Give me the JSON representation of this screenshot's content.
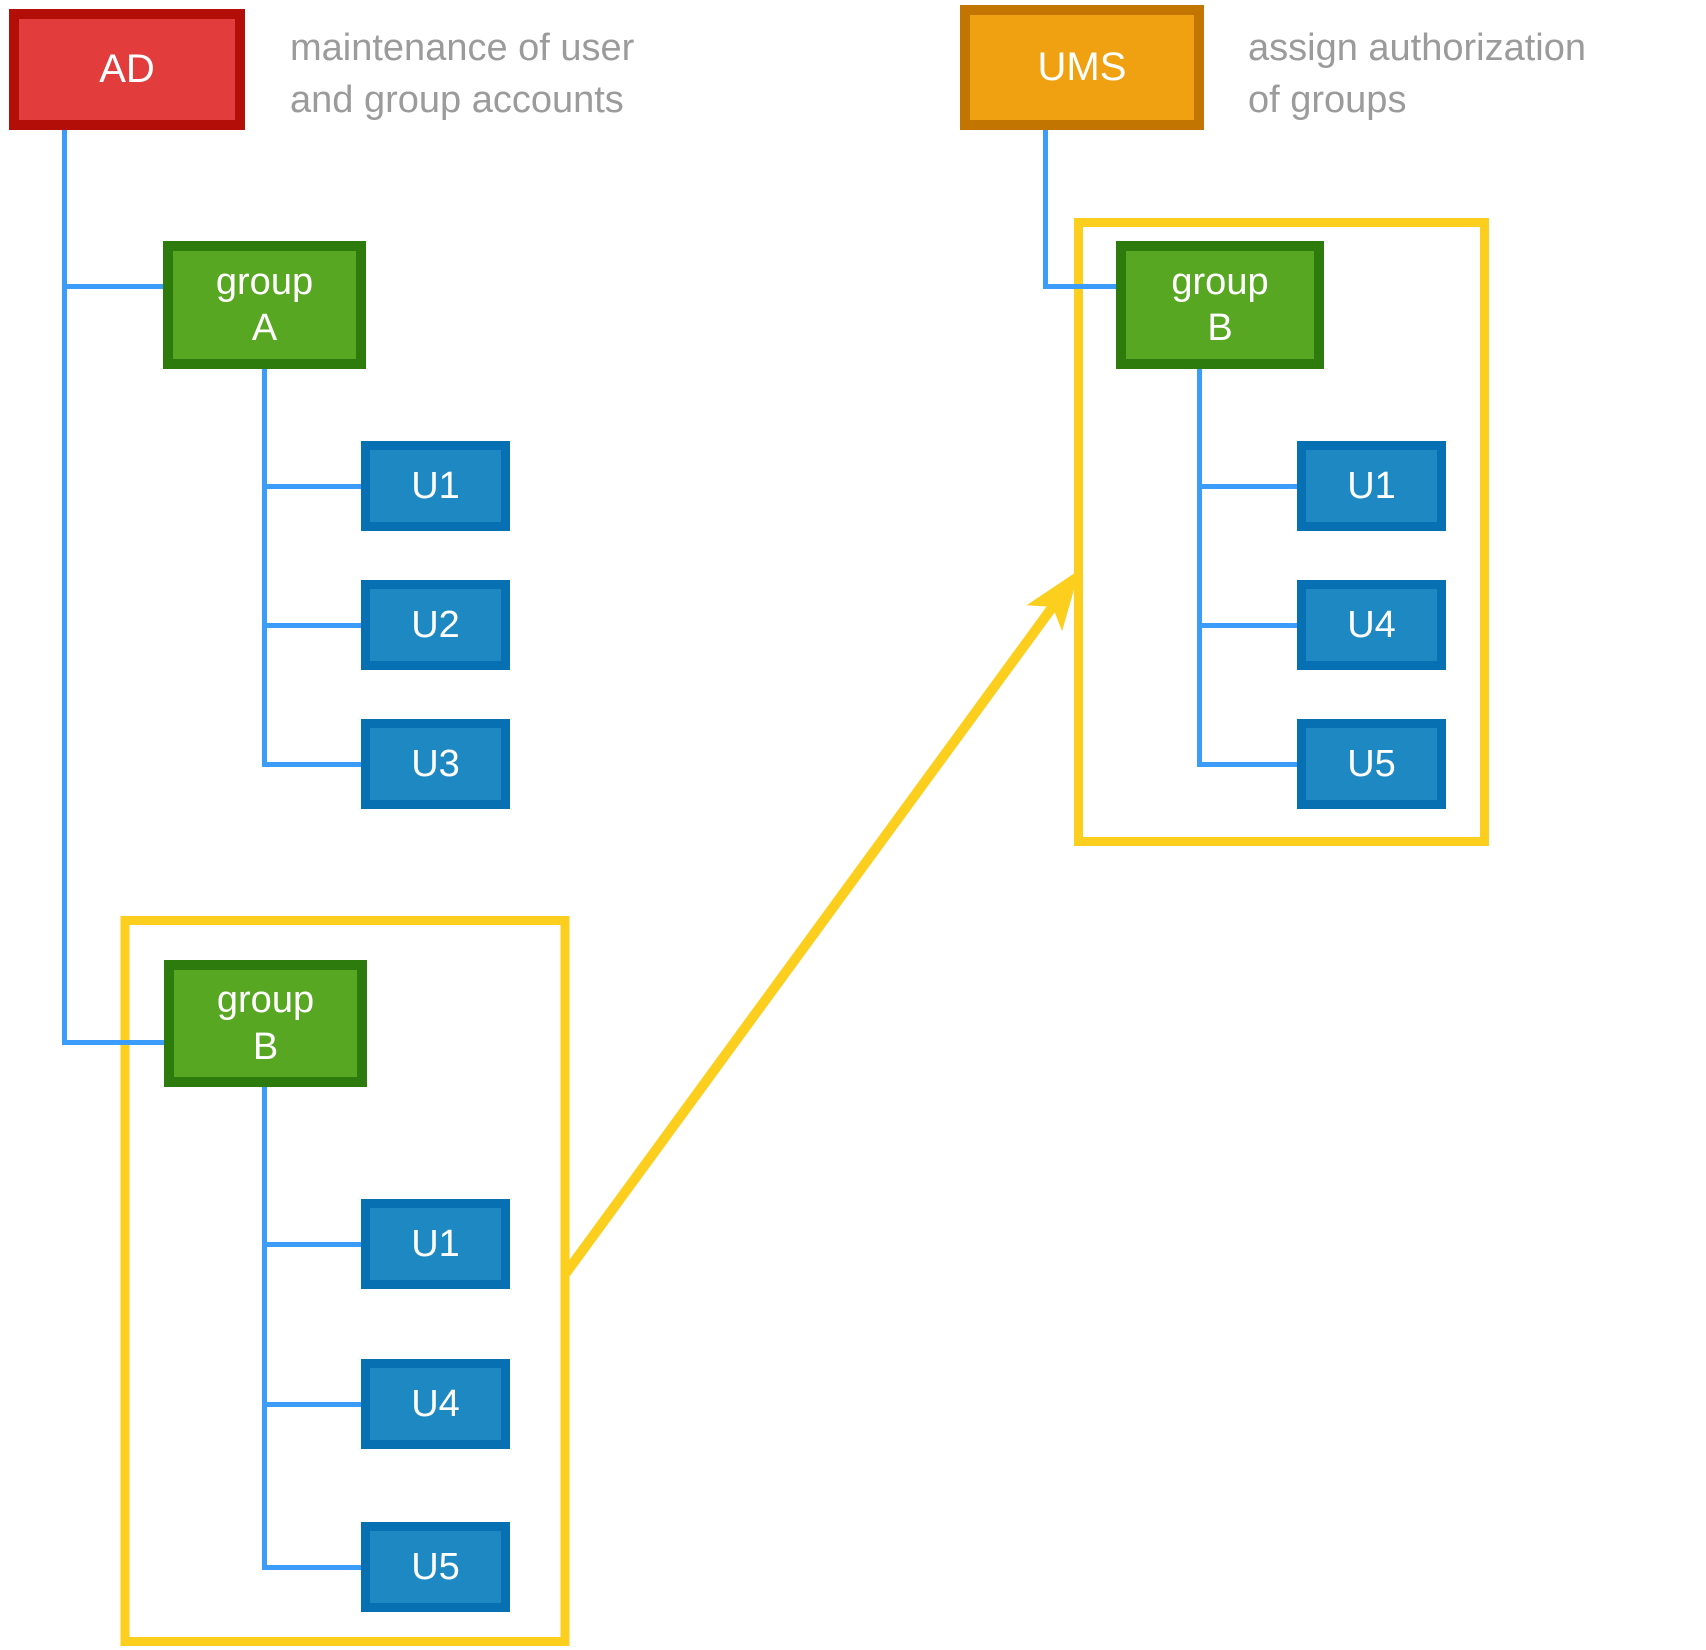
{
  "colors": {
    "red-fill": "#e33c3c",
    "red-border": "#b30e08",
    "orange-fill": "#efa112",
    "orange-border": "#c27500",
    "green-fill": "#58a722",
    "green-border": "#2e7b0d",
    "user-fill": "#1e88c3",
    "user-border": "#0670b3",
    "connector-blue": "#3b9cf9",
    "yellow": "#fccf1e",
    "caption-gray": "#9b9b9b",
    "label-white": "#ffffff"
  },
  "ad_system": {
    "label": "AD",
    "caption": "maintenance of user and group accounts",
    "caption_lines": [
      "maintenance of user",
      "and group accounts"
    ]
  },
  "ums_system": {
    "label": "UMS",
    "caption": "assign authorization of groups",
    "caption_lines": [
      "assign authorization",
      "of groups"
    ]
  },
  "ad_tree": {
    "group_a": {
      "label": "group A",
      "lines": [
        "group",
        "A"
      ],
      "users": [
        "U1",
        "U2",
        "U3"
      ]
    },
    "group_b": {
      "label": "group B",
      "lines": [
        "group",
        "B"
      ],
      "users": [
        "U1",
        "U4",
        "U5"
      ]
    }
  },
  "ums_tree": {
    "group_b": {
      "label": "group B",
      "lines": [
        "group",
        "B"
      ],
      "users": [
        "U1",
        "U4",
        "U5"
      ]
    }
  }
}
